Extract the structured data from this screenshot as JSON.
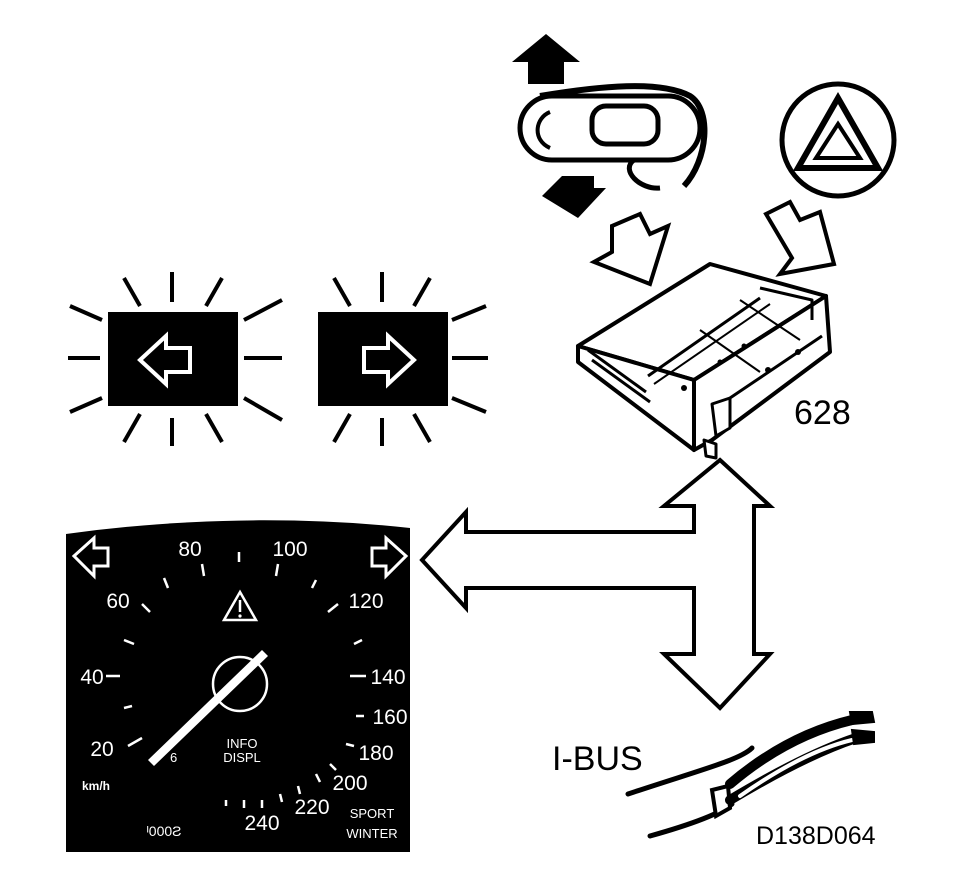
{
  "labels": {
    "module_number": "628",
    "bus_name": "I-BUS",
    "figure_id": "D138D064"
  },
  "cluster": {
    "speed_ticks": [
      "20",
      "40",
      "60",
      "80",
      "100",
      "120",
      "140",
      "160",
      "180",
      "200",
      "220",
      "240"
    ],
    "unit": "km/h",
    "info_line1": "INFO",
    "info_line2": "DISPL",
    "mode_line1": "SPORT",
    "mode_line2": "WINTER",
    "odometer_partial": "ᴵ000Ƨ",
    "needle_digit": "6"
  },
  "icons": {
    "left_indicator": "arrow-left-outline-icon",
    "right_indicator": "arrow-right-outline-icon",
    "hazard": "hazard-triangle-icon",
    "warning": "warning-triangle-icon"
  },
  "colors": {
    "ink": "#000000",
    "paper": "#ffffff"
  }
}
